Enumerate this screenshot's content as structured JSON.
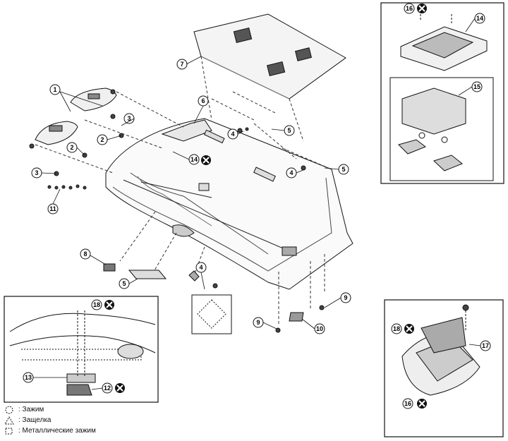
{
  "callouts": {
    "c1": "1",
    "c2a": "2",
    "c2b": "2",
    "c3a": "3",
    "c3b": "3",
    "c4a": "4",
    "c4b": "4",
    "c4c": "4",
    "c5a": "5",
    "c5b": "5",
    "c5c": "5",
    "c6": "6",
    "c7": "7",
    "c8": "8",
    "c9a": "9",
    "c9b": "9",
    "c10": "10",
    "c11": "11",
    "c13": "13",
    "c14a": "14",
    "c14b": "14",
    "c15": "15",
    "c16a": "16",
    "c16b": "16",
    "c17": "17",
    "c18a": "18",
    "c18b": "18",
    "c12": "12"
  },
  "legend": {
    "clip": ": Зажим",
    "latch": ": Защелка",
    "metal_clip": ": Металлические зажим"
  }
}
